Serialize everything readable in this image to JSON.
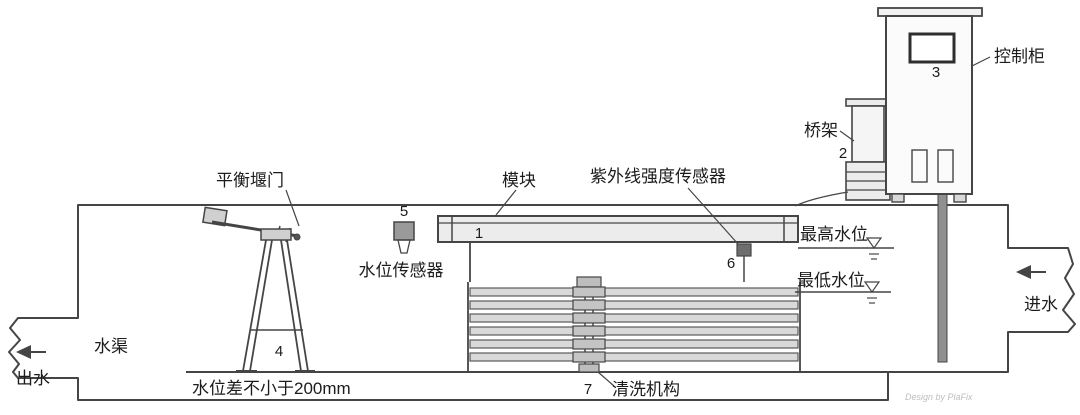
{
  "diagram": {
    "title": "open-channel-uv-disinfection-system",
    "parts": {
      "module": {
        "num": "1",
        "label": "模块"
      },
      "bridge": {
        "num": "2",
        "label": "桥架"
      },
      "cabinet": {
        "num": "3",
        "label": "控制柜"
      },
      "weir": {
        "num": "4",
        "label": "平衡堰门"
      },
      "level_sensor": {
        "num": "5",
        "label": "水位传感器"
      },
      "uv_sensor": {
        "num": "6",
        "label": "紫外线强度传感器"
      },
      "cleaner": {
        "num": "7",
        "label": "清洗机构"
      }
    },
    "annotations": {
      "high_level": "最高水位",
      "low_level": "最低水位",
      "channel": "水渠",
      "outflow": "出水",
      "inflow": "进水",
      "level_diff": "水位差不小于200mm",
      "watermark": "Design by PlaFix"
    },
    "colors": {
      "line": "#454545",
      "fill_light": "#ececec",
      "fill_mid": "#d9d9d9",
      "fill_dark": "#8f8f8f"
    }
  }
}
